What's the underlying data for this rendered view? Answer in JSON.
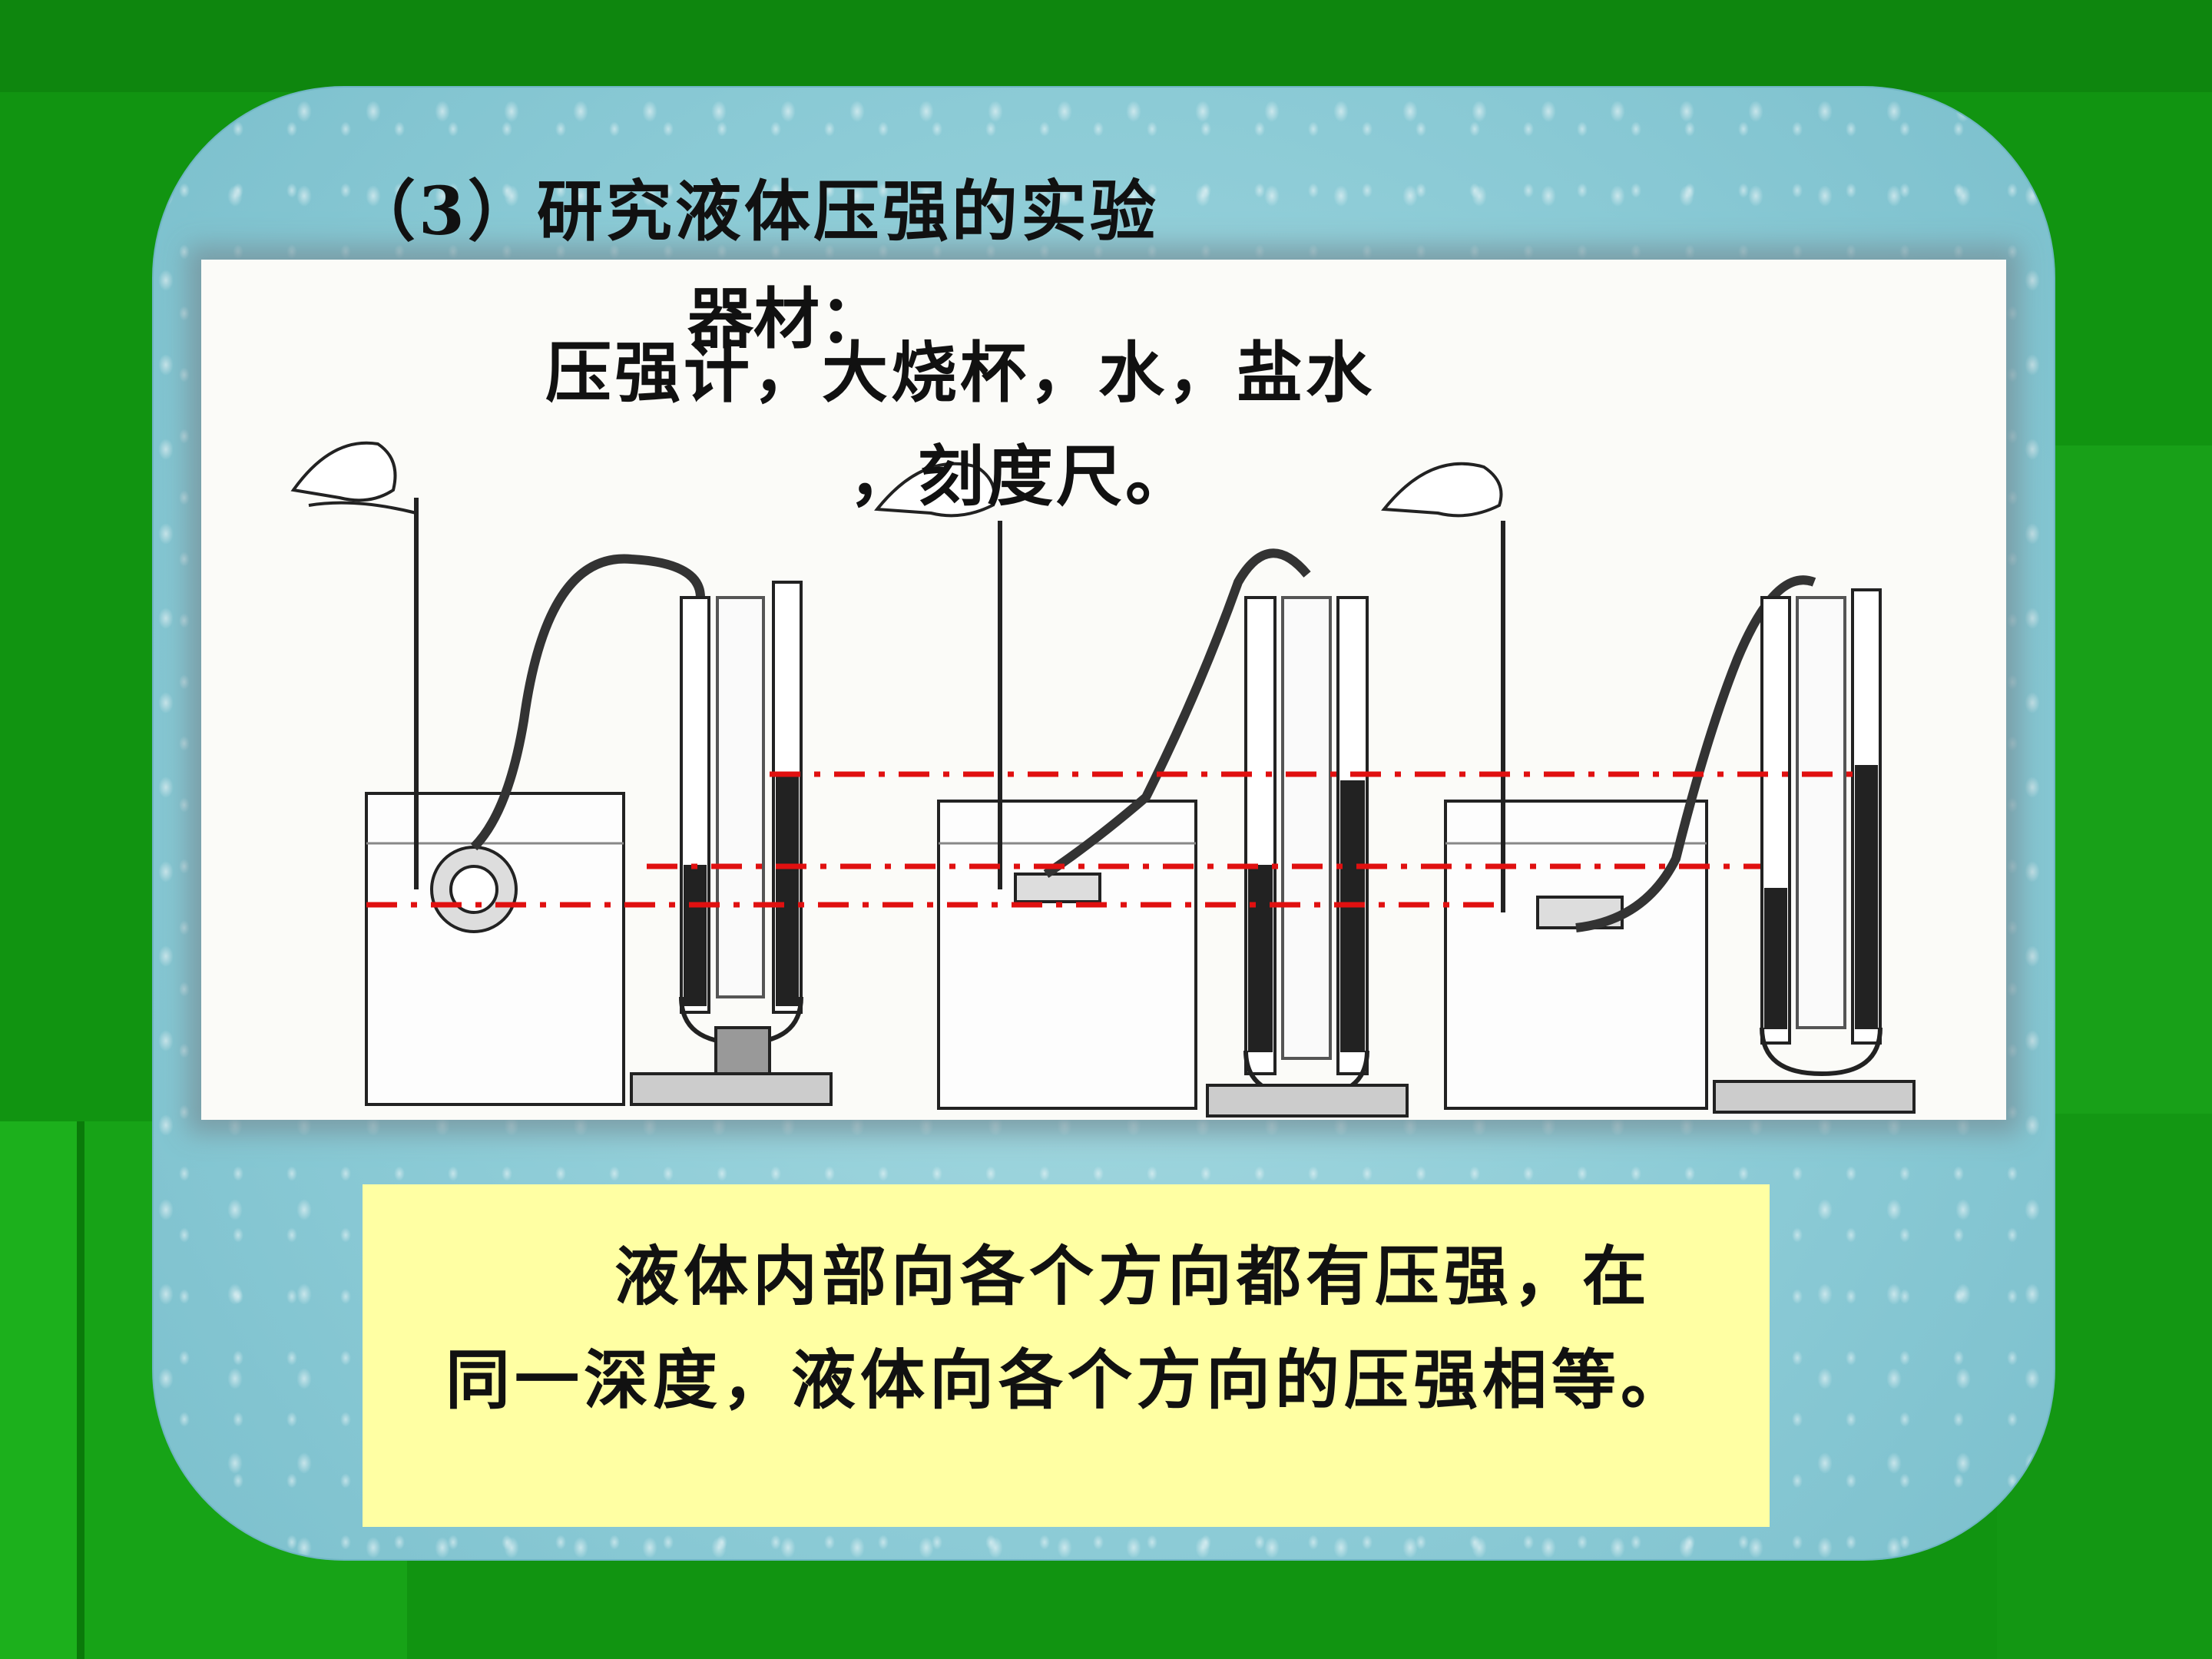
{
  "slide": {
    "title": "（3）研究液体压强的实验",
    "equipment_label": "器材：",
    "equipment_line1": "压强计，大烧杯，水，盐水",
    "equipment_line2": "，刻度尺。",
    "conclusion": "液体内部向各个方向都有压强，在同一深度，液体向各个方向的压强相等。"
  },
  "colors": {
    "background": "#119411",
    "panel": "#8ccbd6",
    "conclusion_bg": "#ffffa3",
    "reference_lines": "#e01010"
  }
}
